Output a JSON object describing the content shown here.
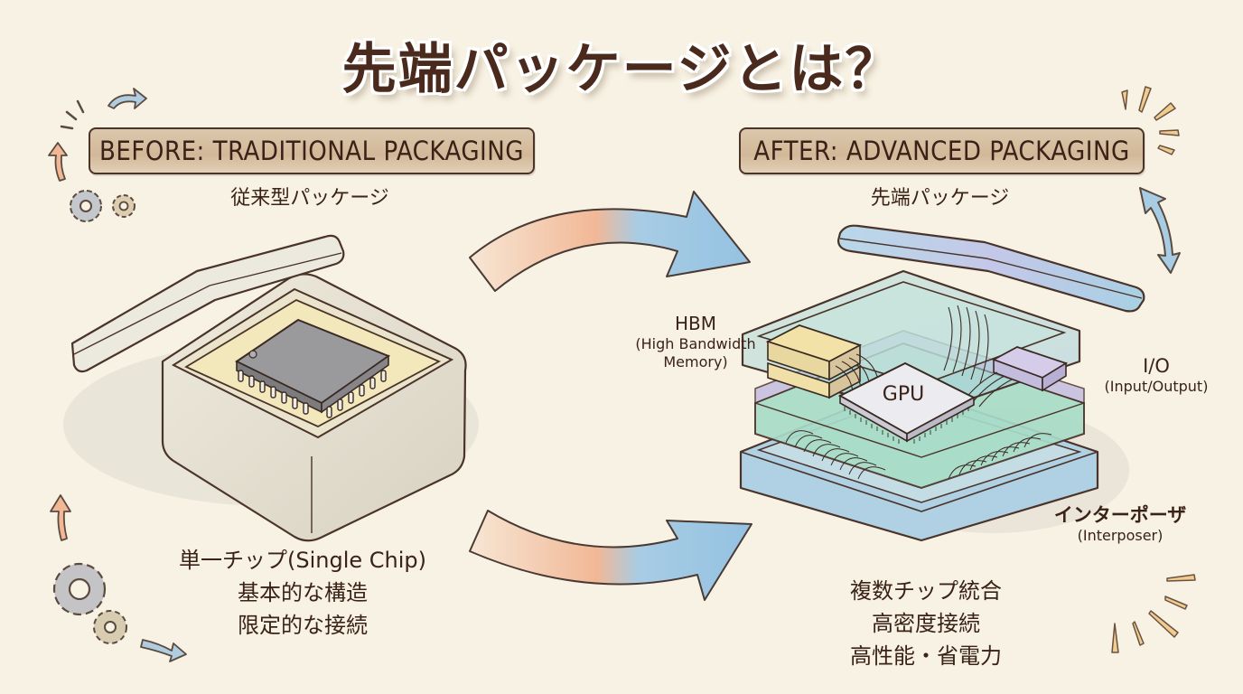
{
  "title": "先端パッケージとは？",
  "before": {
    "banner": "BEFORE: TRADITIONAL PACKAGING",
    "subtitle": "従来型パッケージ",
    "features": [
      "単一チップ(Single Chip)",
      "基本的な構造",
      "限定的な接続"
    ]
  },
  "after": {
    "banner": "AFTER: ADVANCED PACKAGING",
    "subtitle": "先端パッケージ",
    "features": [
      "複数チップ統合",
      "高密度接続",
      "高性能・省電力"
    ],
    "labels": {
      "hbm": {
        "name": "HBM",
        "detail_1": "(High Bandwidth",
        "detail_2": "Memory)"
      },
      "gpu": {
        "name": "GPU"
      },
      "io": {
        "name": "I/O",
        "detail": "(Input/Output)"
      },
      "interposer": {
        "name": "インターポーザ",
        "detail": "(Interposer)"
      }
    }
  },
  "colors": {
    "background": "#f8f2e4",
    "title_text": "#4a2a1c",
    "banner_fill": "#d6bfa2",
    "outline": "#4a3328",
    "arrow_orange": "#f2b896",
    "arrow_blue": "#9cc6e2",
    "chip_gray": "#8e8e90",
    "hbm_yellow": "#f2e2a8",
    "io_purple": "#c8c0e0",
    "interposer_green": "#a8dcc8",
    "accent_gold": "#f0cc90"
  }
}
